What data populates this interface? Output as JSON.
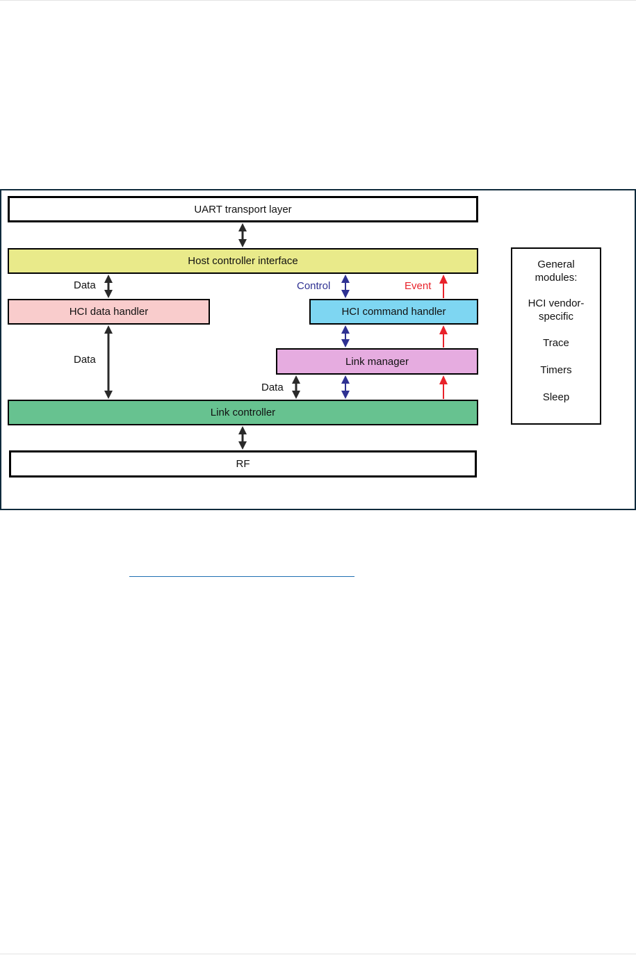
{
  "diagram": {
    "blocks": {
      "uart": "UART transport layer",
      "hci": "Host controller interface",
      "hci_data_handler": "HCI data handler",
      "hci_command_handler": "HCI command handler",
      "link_manager": "Link manager",
      "link_controller": "Link controller",
      "rf": "RF"
    },
    "labels": {
      "data_top": "Data",
      "data_middle": "Data",
      "data_lower": "Data",
      "control": "Control",
      "event": "Event"
    },
    "general_modules": {
      "title_line1": "General",
      "title_line2": "modules:",
      "items": [
        "HCI vendor-",
        "specific",
        "Trace",
        "Timers",
        "Sleep"
      ]
    },
    "colors": {
      "hci": "#e9ea8a",
      "hci_data_handler": "#f9cccc",
      "hci_command_handler": "#7ed6f2",
      "link_manager": "#e6ace0",
      "link_controller": "#67c290",
      "data_arrow": "#2a2a2a",
      "control_arrow": "#2e3192",
      "event_arrow": "#e8222a",
      "control_text": "#2e3192",
      "event_text": "#e8222a"
    }
  }
}
